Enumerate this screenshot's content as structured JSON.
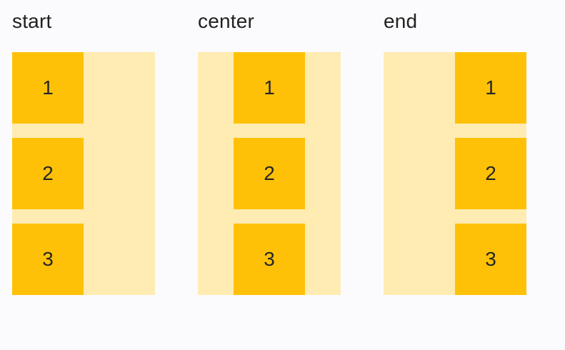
{
  "colors": {
    "page_background": "#fbfbfe",
    "container_fill": "#ffecb3",
    "item_fill": "#ffc107",
    "label_text": "#212121",
    "item_text": "#262626"
  },
  "groups": [
    {
      "label": "start",
      "alignment": "start",
      "items": [
        "1",
        "2",
        "3"
      ]
    },
    {
      "label": "center",
      "alignment": "center",
      "items": [
        "1",
        "2",
        "3"
      ]
    },
    {
      "label": "end",
      "alignment": "end",
      "items": [
        "1",
        "2",
        "3"
      ]
    }
  ]
}
